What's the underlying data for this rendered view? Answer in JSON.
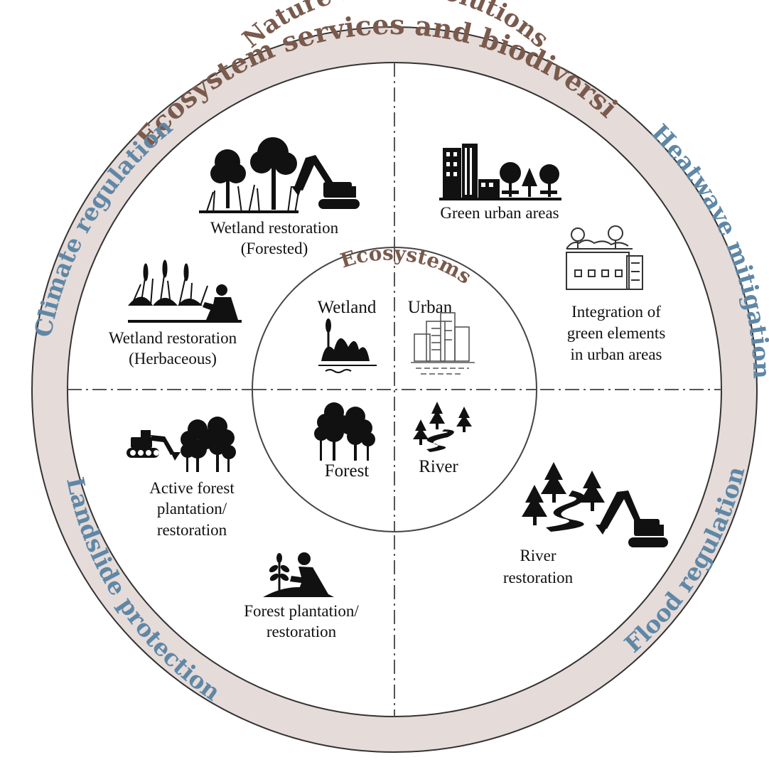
{
  "ring_title": "Ecosystem services and biodiversity",
  "nbs_title": "Nature-based solutions",
  "eco_title": "Ecosystems",
  "services": {
    "climate": "Climate regulation",
    "heatwave": "Heatwave mitigation",
    "landslide": "Landslide protection",
    "flood": "Flood regulation"
  },
  "ecosystems": {
    "wetland": "Wetland",
    "urban": "Urban",
    "forest": "Forest",
    "river": "River"
  },
  "solutions": {
    "wetland_forested": [
      "Wetland restoration",
      "(Forested)"
    ],
    "wetland_herbaceous": [
      "Wetland restoration",
      "(Herbaceous)"
    ],
    "green_urban": [
      "Green urban areas"
    ],
    "integration": [
      "Integration of",
      "green elements",
      "in urban areas"
    ],
    "active_forest": [
      "Active forest",
      "plantation/",
      "restoration"
    ],
    "forest_plantation": [
      "Forest plantation/",
      "restoration"
    ],
    "river_restoration": [
      "River",
      "restoration"
    ]
  },
  "colors": {
    "ring_fill": "#e5dbd8",
    "title_brown": "#7a5a4c",
    "service_blue": "#5f87a6",
    "line_gray": "#555555",
    "icon_black": "#111111"
  },
  "icons": [
    "trees-excavator-icon",
    "reeds-person-icon",
    "city-park-icon",
    "green-roof-building-icon",
    "wetland-icon",
    "city-icon",
    "forest-icon",
    "river-icon",
    "excavator-forest-icon",
    "planting-person-icon",
    "river-excavator-icon"
  ]
}
